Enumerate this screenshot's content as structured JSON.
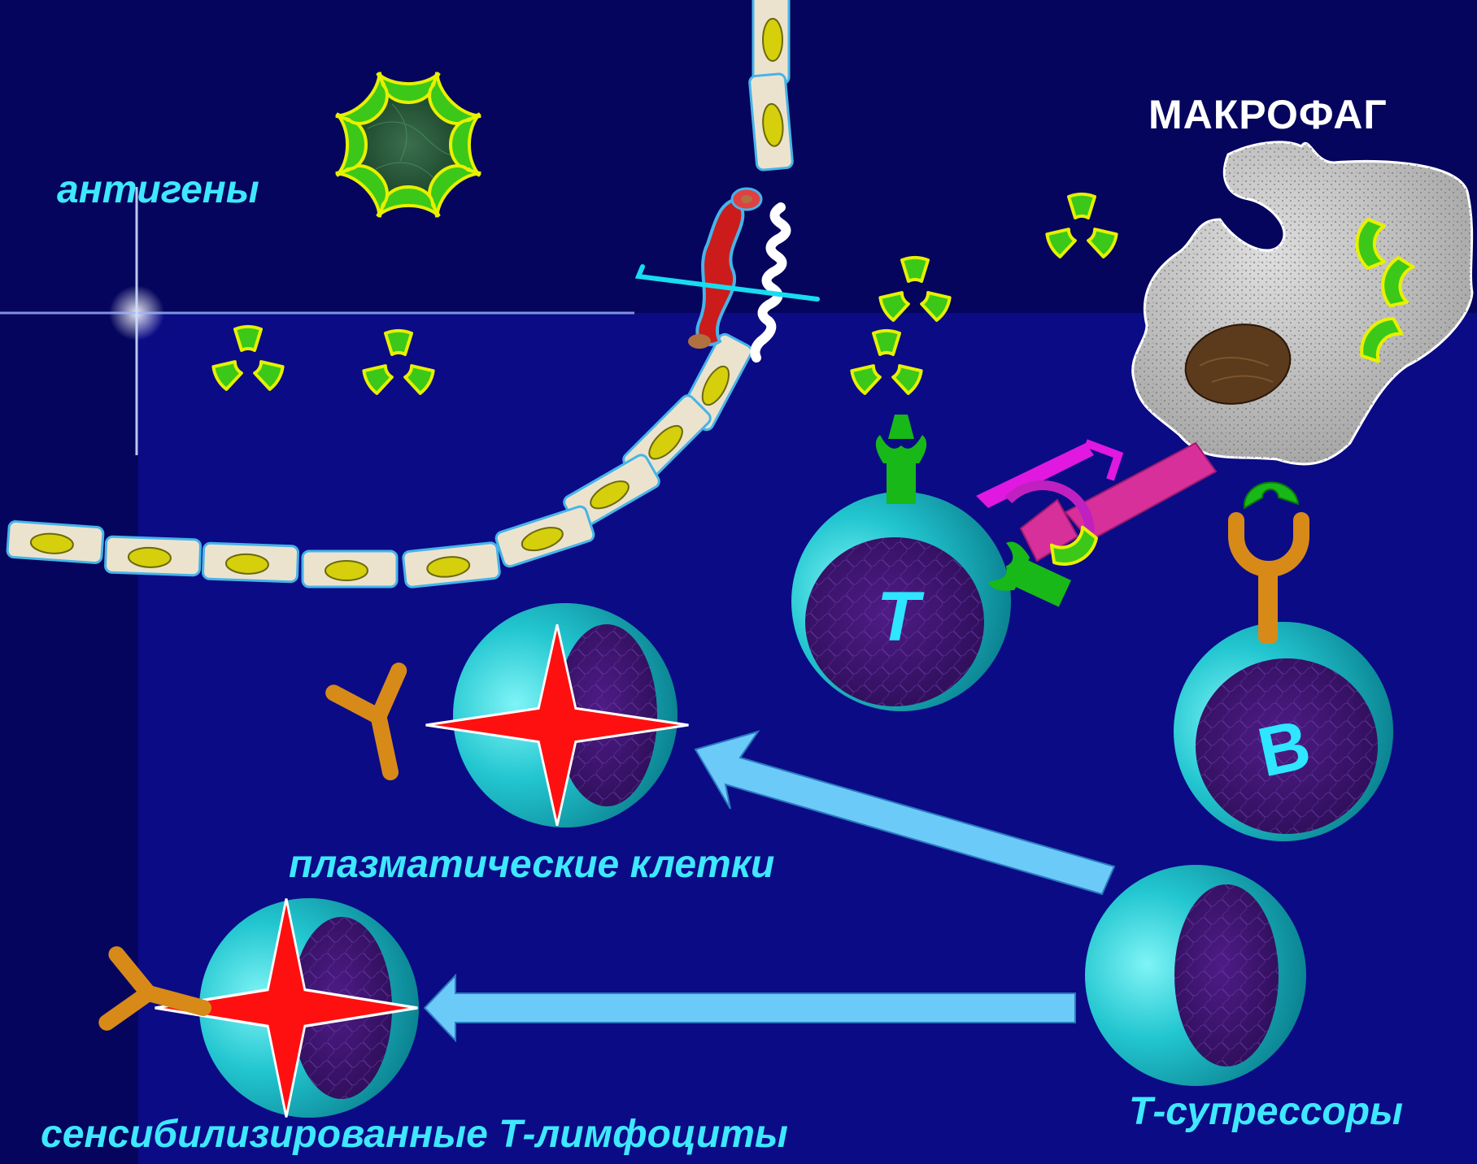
{
  "labels": {
    "antigens": "антигены",
    "macrophage": "МАКРОФАГ",
    "plasma_cells": "плазматические клетки",
    "sensitized_t": "сенсибилизированные Т-лимфоциты",
    "t_suppressors": "Т-супрессоры"
  },
  "cells": {
    "t_cell_letter": "T",
    "b_cell_letter": "B"
  },
  "colors": {
    "background": "#06066a",
    "label_cyan": "#3ee8ff",
    "cell_cyan": "#21c8d2",
    "nucleus_purple": "#3c1468",
    "antigen_green": "#3cc818",
    "antigen_outline": "#e8f000",
    "arrow_blue": "#6ccaf8",
    "star_red": "#ff1010",
    "antibody_orange": "#d88a18",
    "macrophage_gray": "#bdbdbd"
  },
  "icons": [
    "antigen-icon",
    "t-cell-icon",
    "b-cell-icon",
    "macrophage-icon",
    "plasma-cell-icon",
    "antibody-icon",
    "arrow-icon",
    "vessel-wall-icon"
  ]
}
